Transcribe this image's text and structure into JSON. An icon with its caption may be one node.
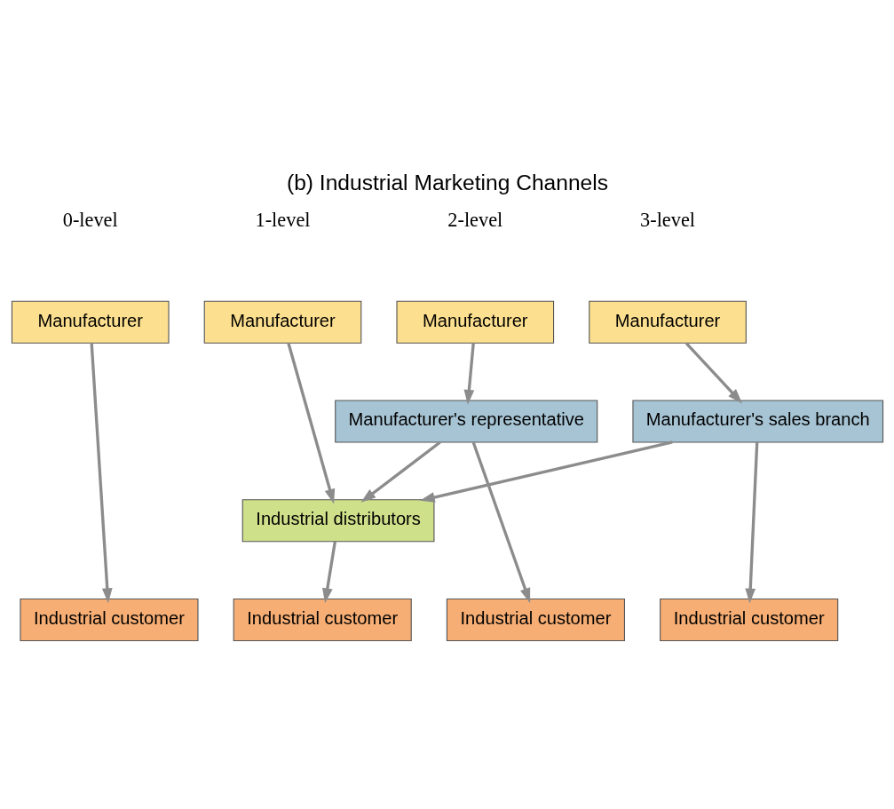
{
  "diagram": {
    "title": "(b) Industrial Marketing Channels",
    "nodes": [
      {
        "text": [
          "Manufacturer"
        ]
      },
      {
        "text": [
          "Manufacturer"
        ]
      },
      {
        "text": [
          "Manufacturer"
        ]
      },
      {
        "text": [
          "Manufacturer"
        ]
      },
      {
        "text": [
          "Manufacturer's representative"
        ]
      },
      {
        "text": [
          "Manufacturer's sales branch"
        ]
      },
      {
        "text": [
          "Industrial distributors"
        ]
      },
      {
        "text": [
          "Industrial customer"
        ]
      },
      {
        "text": [
          "Industrial customer"
        ]
      },
      {
        "text": [
          "Industrial customer"
        ]
      },
      {
        "text": [
          "Industrial customer"
        ]
      }
    ],
    "edges": [
      {
        "from": 0,
        "to": 7,
        "arrow": "to"
      },
      {
        "from": 1,
        "to": 6,
        "arrow": "to"
      },
      {
        "from": 2,
        "to": 4,
        "arrow": "to"
      },
      {
        "from": 3,
        "to": 5,
        "arrow": "to"
      },
      {
        "from": 4,
        "to": 6,
        "arrow": "to"
      },
      {
        "from": 5,
        "to": 6,
        "arrow": "to"
      },
      {
        "from": 6,
        "to": 8,
        "arrow": "to"
      },
      {
        "from": 4,
        "to": 9,
        "arrow": "to"
      },
      {
        "from": 5,
        "to": 10,
        "arrow": "to"
      }
    ],
    "labels": [
      "0-level",
      "1-level",
      "2-level",
      "3-level"
    ]
  }
}
